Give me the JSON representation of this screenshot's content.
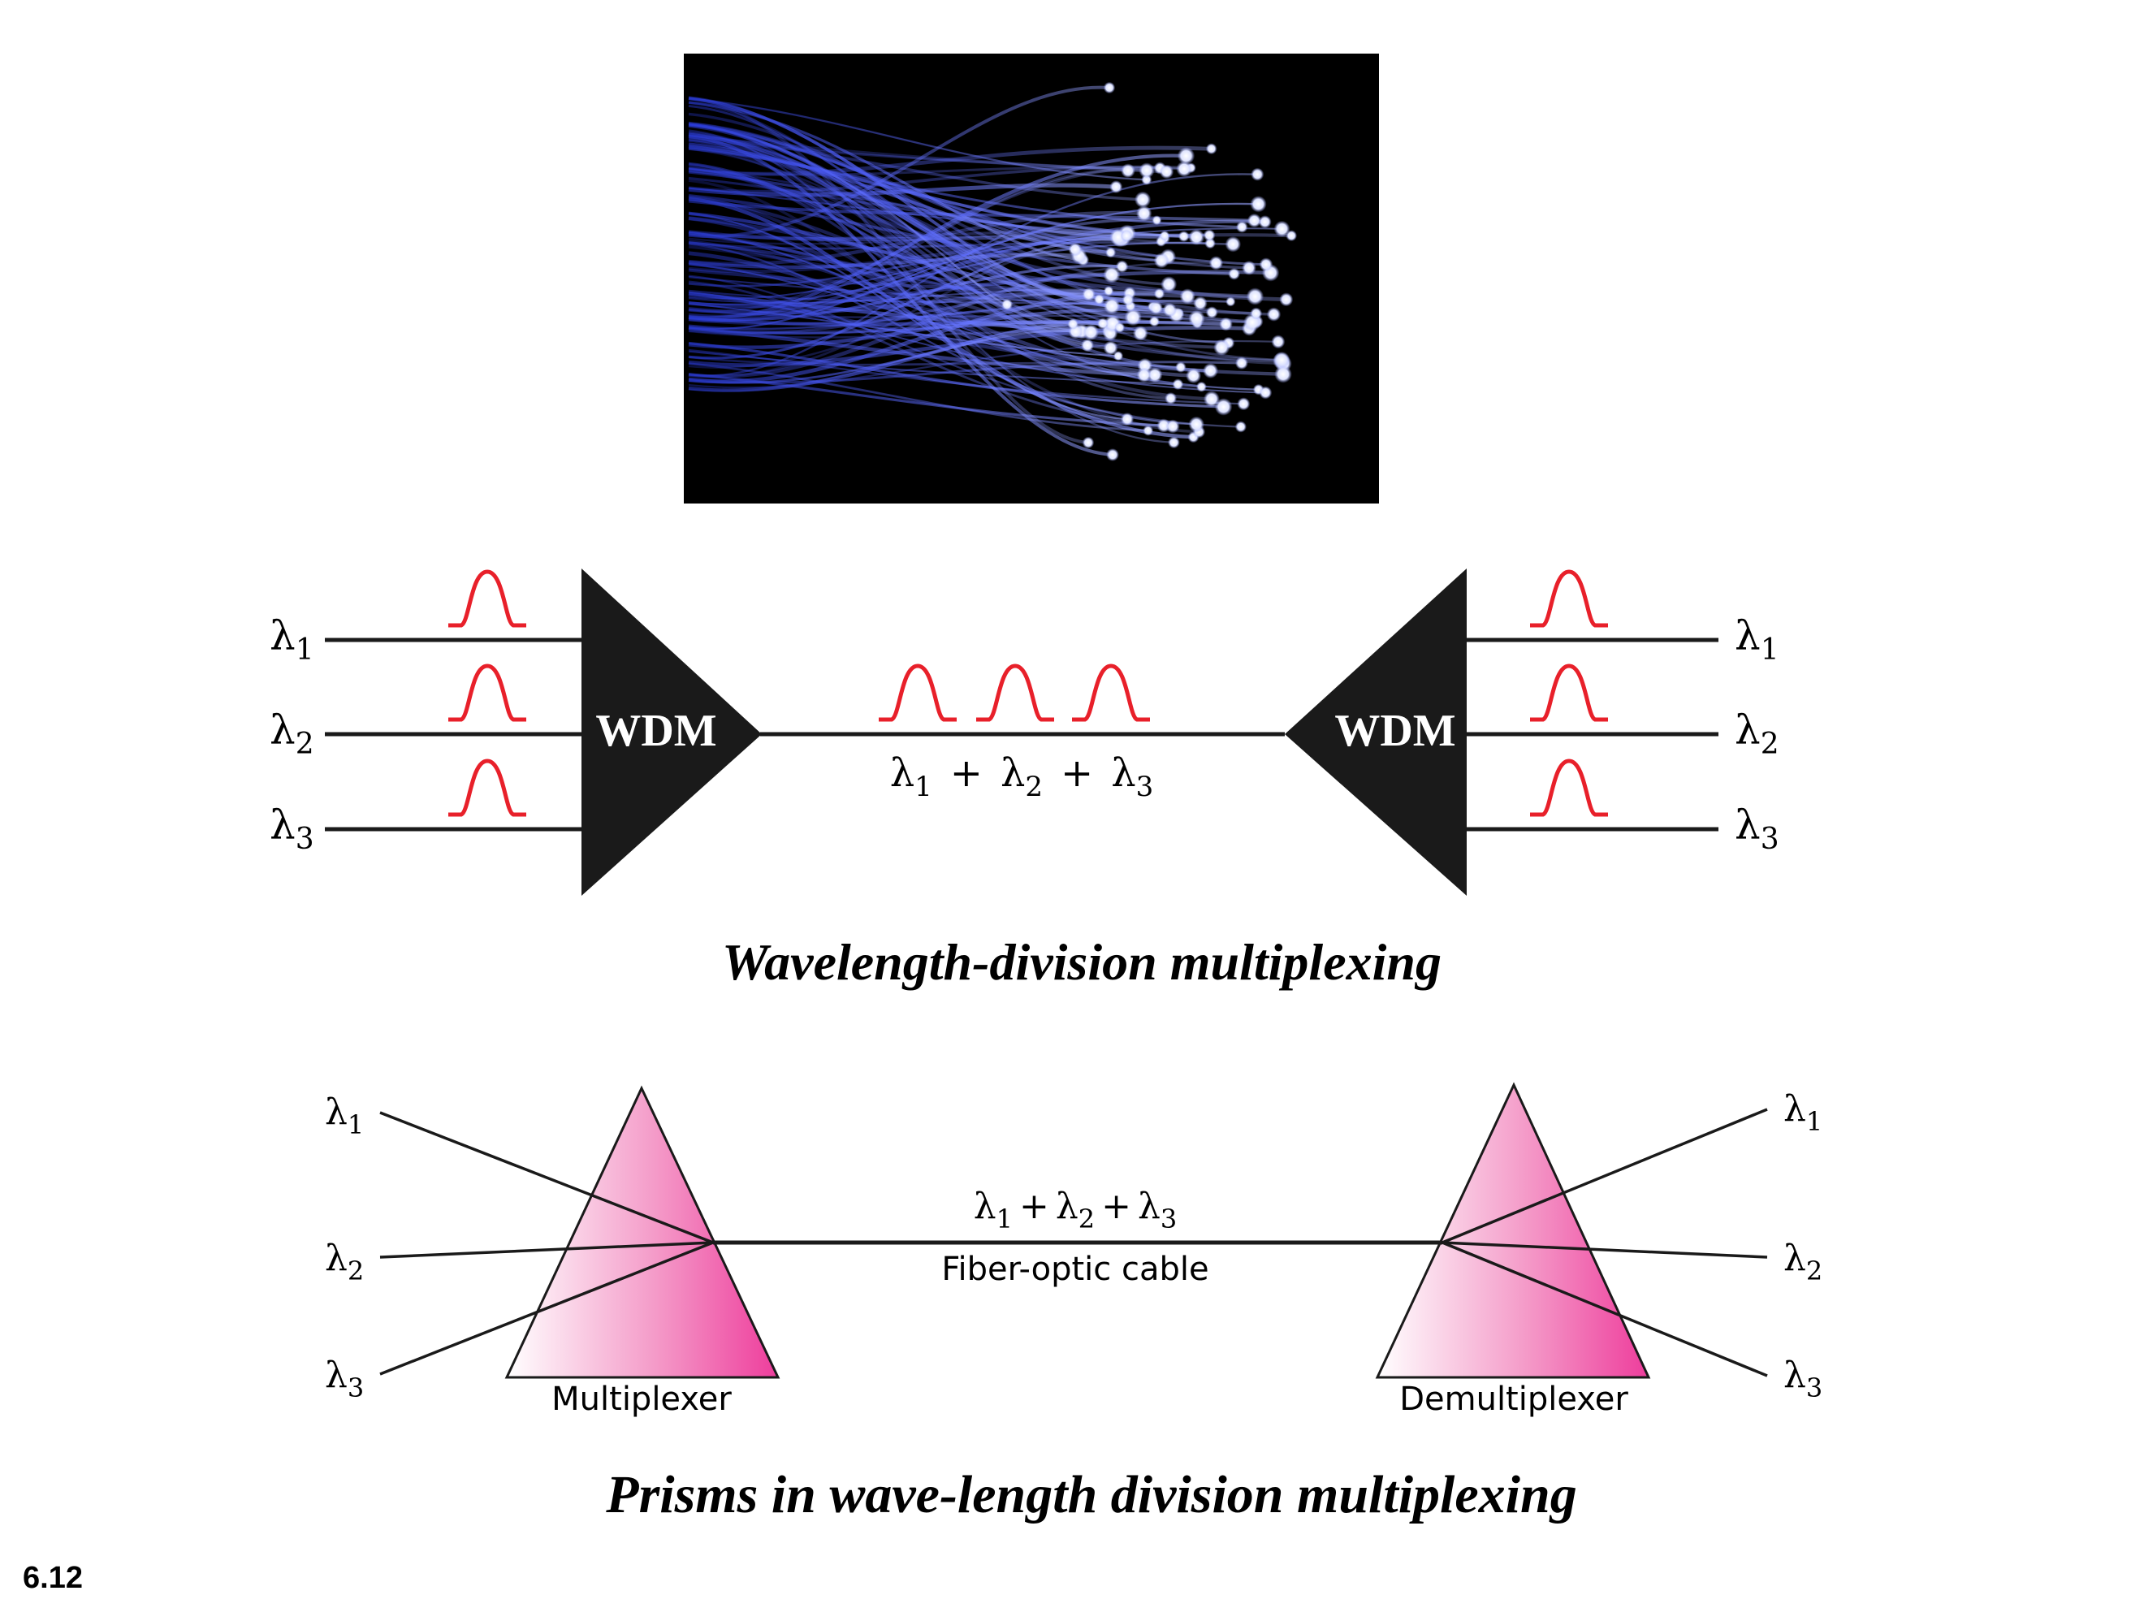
{
  "slide_number": "6.12",
  "fiber_photo": {
    "icon": "fiber-optic-bundle-photo"
  },
  "wdm_diagram": {
    "caption": "Wavelength-division multiplexing",
    "mux_label": "WDM",
    "demux_label": "WDM",
    "inputs": [
      {
        "sym": "λ",
        "sub": "1"
      },
      {
        "sym": "λ",
        "sub": "2"
      },
      {
        "sym": "λ",
        "sub": "3"
      }
    ],
    "outputs": [
      {
        "sym": "λ",
        "sub": "1"
      },
      {
        "sym": "λ",
        "sub": "2"
      },
      {
        "sym": "λ",
        "sub": "3"
      }
    ],
    "combined": {
      "l1": "λ",
      "s1": "1",
      "plus1": "+",
      "l2": "λ",
      "s2": "2",
      "plus2": "+",
      "l3": "λ",
      "s3": "3"
    },
    "pulse_color": "#e8202a"
  },
  "prism_diagram": {
    "caption": "Prisms in wave-length division multiplexing",
    "cable_label": "Fiber-optic cable",
    "mux_label": "Multiplexer",
    "demux_label": "Demultiplexer",
    "inputs": [
      {
        "sym": "λ",
        "sub": "1"
      },
      {
        "sym": "λ",
        "sub": "2"
      },
      {
        "sym": "λ",
        "sub": "3"
      }
    ],
    "outputs": [
      {
        "sym": "λ",
        "sub": "1"
      },
      {
        "sym": "λ",
        "sub": "2"
      },
      {
        "sym": "λ",
        "sub": "3"
      }
    ],
    "combined": {
      "l1": "λ",
      "s1": "1",
      "plus1": "+",
      "l2": "λ",
      "s2": "2",
      "plus2": "+",
      "l3": "λ",
      "s3": "3"
    },
    "prism_color": "#ee3d9c"
  }
}
